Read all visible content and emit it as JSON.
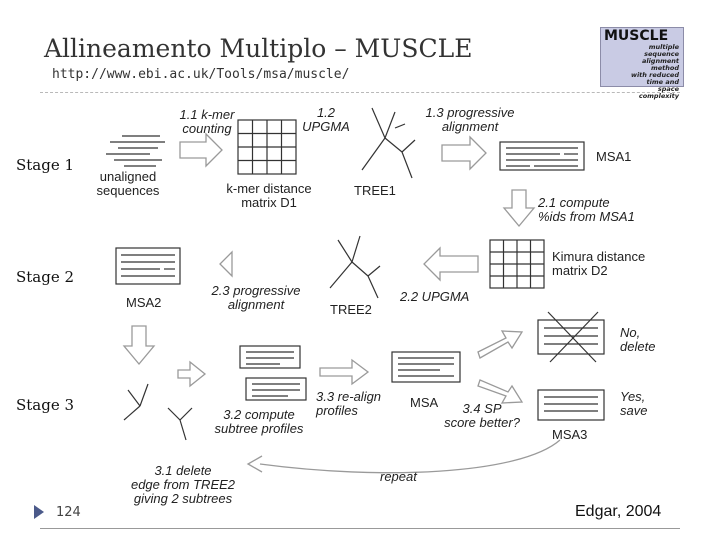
{
  "title": "Allineamento Multiplo – MUSCLE",
  "url": "http://www.ebi.ac.uk/Tools/msa/muscle/",
  "logo": {
    "title": "MUSCLE",
    "subtitle": "multiple sequence\nalignment method\nwith reduced\ntime and\nspace\ncomplexity"
  },
  "stages": [
    "Stage 1",
    "Stage 2",
    "Stage 3"
  ],
  "labels": {
    "s11": "1.1 k-mer\ncounting",
    "s12": "1.2\nUPGMA",
    "s13": "1.3 progressive\nalignment",
    "unaligned": "unaligned\nsequences",
    "kmer_matrix": "k-mer distance\nmatrix D1",
    "tree1": "TREE1",
    "msa1": "MSA1",
    "s21": "2.1 compute\n%ids from MSA1",
    "kimura": "Kimura distance\nmatrix D2",
    "msa2": "MSA2",
    "s23": "2.3 progressive\nalignment",
    "tree2": "TREE2",
    "s22": "2.2 UPGMA",
    "no_delete": "No,\ndelete",
    "yes_save": "Yes,\nsave",
    "s33": "3.3 re-align\nprofiles",
    "msa": "MSA",
    "s34": "3.4 SP\nscore better?",
    "msa3": "MSA3",
    "s32": "3.2 compute\nsubtree profiles",
    "s31": "3.1 delete\nedge from TREE2\ngiving 2 subtrees",
    "repeat": "repeat"
  },
  "footer": {
    "page": "124",
    "credit": "Edgar, 2004"
  },
  "colors": {
    "stroke": "#333333",
    "arrow": "#9a9a9a",
    "logo_bg": "#c9cbe4",
    "bullet": "#4b5a8a"
  }
}
